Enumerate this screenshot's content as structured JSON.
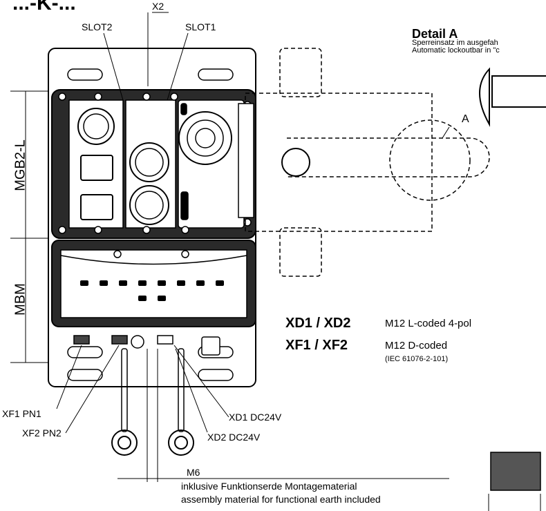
{
  "header": {
    "fragment": "...-K-..."
  },
  "labels": {
    "x2": "X2",
    "slot2": "SLOT2",
    "slot1": "SLOT1",
    "mgb2l": "MGB2-L",
    "mbm": "MBM",
    "xf1": "XF1 PN1",
    "xf2": "XF2 PN2",
    "xd1": "XD1 DC24V",
    "xd2": "XD2 DC24V",
    "a": "A",
    "m6": "M6"
  },
  "detail": {
    "title": "Detail A",
    "line_de": "Sperreinsatz im ausgefah",
    "line_en": "Automatic lockoutbar in \"c"
  },
  "specs": [
    {
      "ports": "XD1 / XD2",
      "desc": "M12 L-coded 4-pol",
      "note": ""
    },
    {
      "ports": "XF1 / XF2",
      "desc": "M12 D-coded",
      "note": "(IEC 61076-2-101)"
    }
  ],
  "footer_note": {
    "de": "inklusive Funktionserde Montagematerial",
    "en": "assembly material for functional earth included"
  }
}
